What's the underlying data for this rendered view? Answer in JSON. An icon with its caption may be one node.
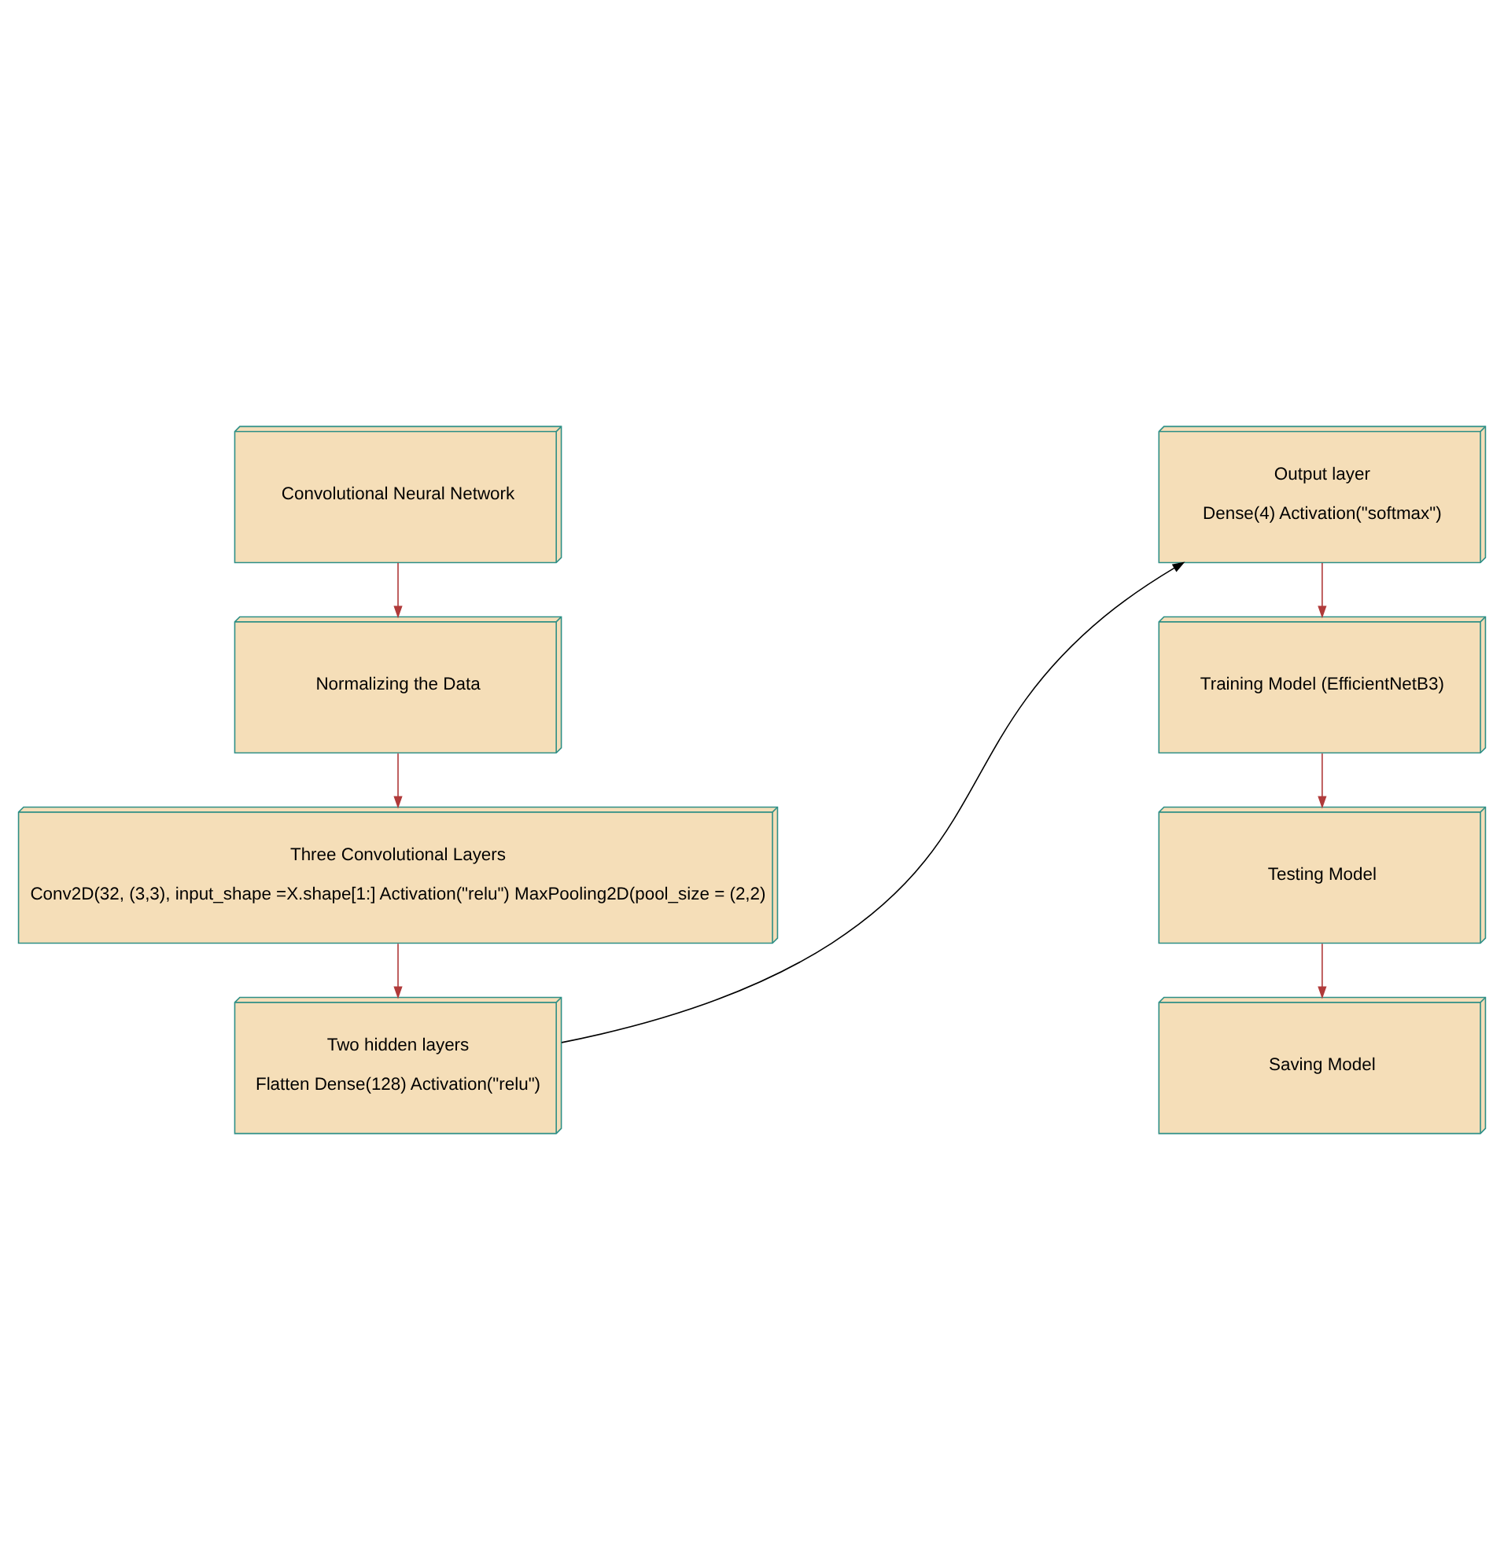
{
  "diagram": {
    "nodes": [
      {
        "text": [
          "Convolutional Neural Network"
        ]
      },
      {
        "text": [
          "Normalizing the Data"
        ]
      },
      {
        "text": [
          "Three Convolutional Layers",
          "Conv2D(32, (3,3), input_shape =X.shape[1:] Activation(\"relu\") MaxPooling2D(pool_size = (2,2)"
        ]
      },
      {
        "text": [
          "Two hidden layers",
          "Flatten Dense(128) Activation(\"relu\")"
        ]
      },
      {
        "text": [
          "Output layer",
          "Dense(4) Activation(\"softmax\")"
        ]
      },
      {
        "text": [
          "Training Model (EfficientNetB3)"
        ]
      },
      {
        "text": [
          "Testing Model"
        ]
      },
      {
        "text": [
          "Saving Model"
        ]
      }
    ],
    "edges": [
      {
        "from": 0,
        "to": 1,
        "arrow": "to"
      },
      {
        "from": 1,
        "to": 2,
        "arrow": "to"
      },
      {
        "from": 2,
        "to": 3,
        "arrow": "to"
      },
      {
        "from": 3,
        "to": 4,
        "arrow": "to",
        "color": "#000000"
      },
      {
        "from": 4,
        "to": 5,
        "arrow": "to"
      },
      {
        "from": 5,
        "to": 6,
        "arrow": "to"
      },
      {
        "from": 6,
        "to": 7,
        "arrow": "to"
      }
    ]
  }
}
